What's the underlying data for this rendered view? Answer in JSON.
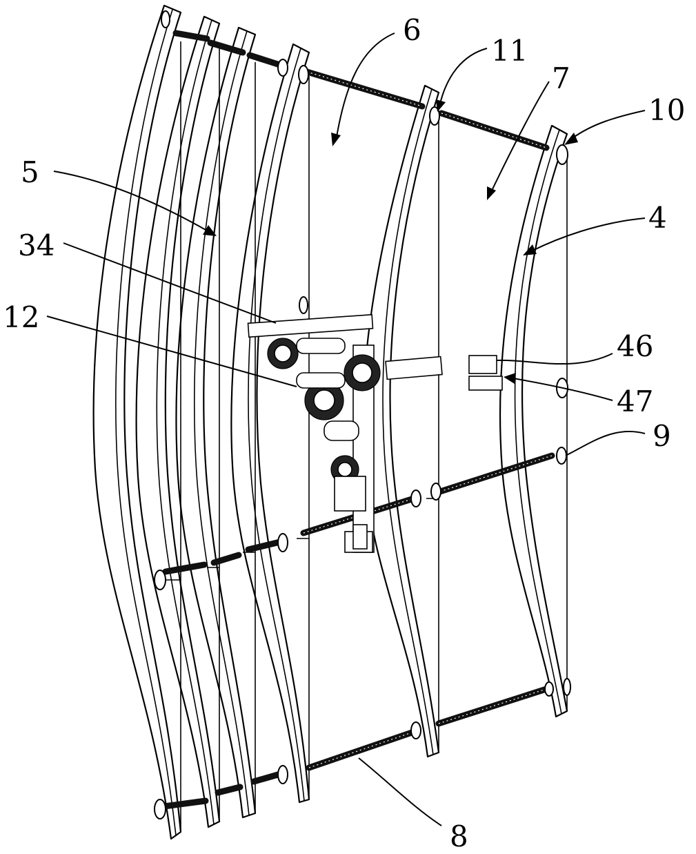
{
  "figure": {
    "labels": [
      {
        "id": "label-6",
        "text": "6"
      },
      {
        "id": "label-11",
        "text": "11"
      },
      {
        "id": "label-7",
        "text": "7"
      },
      {
        "id": "label-10",
        "text": "10"
      },
      {
        "id": "label-5",
        "text": "5"
      },
      {
        "id": "label-4",
        "text": "4"
      },
      {
        "id": "label-34",
        "text": "34"
      },
      {
        "id": "label-12",
        "text": "12"
      },
      {
        "id": "label-46",
        "text": "46"
      },
      {
        "id": "label-47",
        "text": "47"
      },
      {
        "id": "label-9",
        "text": "9"
      },
      {
        "id": "label-8",
        "text": "8"
      }
    ]
  }
}
